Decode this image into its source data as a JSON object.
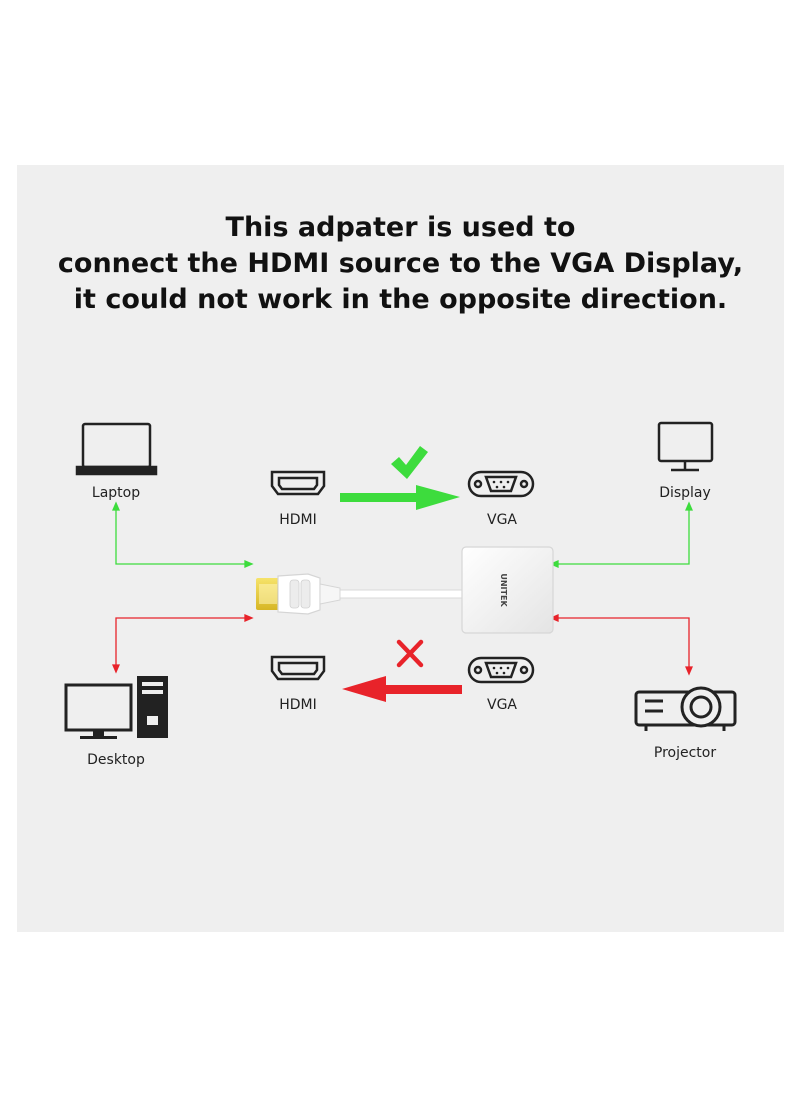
{
  "headline": {
    "line1": "This adpater is used to",
    "line2": "connect the HDMI source to the VGA Display,",
    "line3": "it could not work in the opposite direction."
  },
  "devices": {
    "laptop": "Laptop",
    "display": "Display",
    "desktop": "Desktop",
    "projector": "Projector"
  },
  "ports": {
    "top_hdmi": "HDMI",
    "top_vga": "VGA",
    "bottom_hdmi": "HDMI",
    "bottom_vga": "VGA"
  },
  "adapter": {
    "brand": "UNITEK"
  },
  "status": {
    "supported_icon": "checkmark-icon",
    "unsupported_icon": "cross-icon"
  },
  "colors": {
    "supported": "#3ddc3d",
    "unsupported": "#e8232a",
    "panel": "#efefef",
    "icon": "#222222"
  }
}
